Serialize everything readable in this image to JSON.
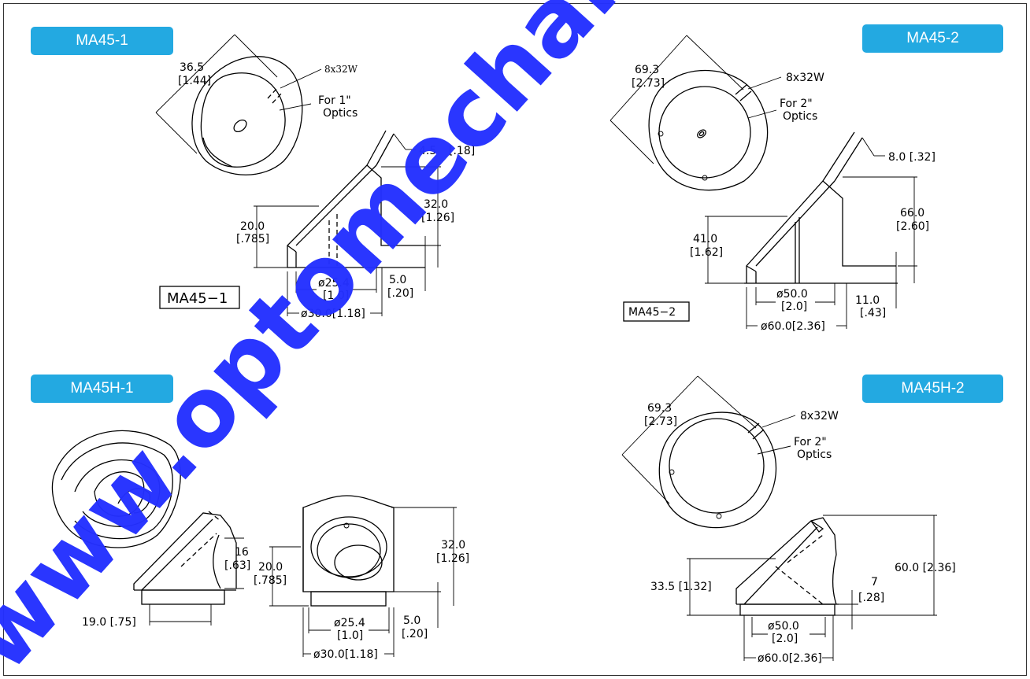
{
  "labels": {
    "ma45_1": "MA45-1",
    "ma45_2": "MA45-2",
    "ma45h_1": "MA45H-1",
    "ma45h_2": "MA45H-2"
  },
  "part_boxes": {
    "ma45_1": "MA45−1",
    "ma45_2": "MA45−2"
  },
  "ma45_1": {
    "diag_mm": "36.5",
    "diag_in": "[1.44]",
    "thread": "8x32W",
    "for_optics": "For 1\"",
    "optics": "Optics",
    "dim_top_mm": "4.5",
    "dim_top_in": "[.18]",
    "height_mm": "32.0",
    "height_in": "[1.26]",
    "side_mm": "20.0",
    "side_in": "[.785]",
    "bore_mm": "ø25.4",
    "bore_in": "[1.0]",
    "base_mm": "5.0",
    "base_in": "[.20]",
    "width": "ø30.0[1.18]"
  },
  "ma45_2": {
    "diag_mm": "69.3",
    "diag_in": "[2.73]",
    "thread": "8x32W",
    "for_optics": "For 2\"",
    "optics": "Optics",
    "dim_top": "8.0  [.32]",
    "height_mm": "66.0",
    "height_in": "[2.60]",
    "side_mm": "41.0",
    "side_in": "[1.62]",
    "bore_mm": "ø50.0",
    "bore_in": "[2.0]",
    "base_mm": "11.0",
    "base_in": "[.43]",
    "width": "ø60.0[2.36]"
  },
  "ma45h_1": {
    "side_mm": "16",
    "side_in": "[.63]",
    "offset": "19.0  [.75]",
    "front_side_mm": "20.0",
    "front_side_in": "[.785]",
    "height_mm": "32.0",
    "height_in": "[1.26]",
    "bore_mm": "ø25.4",
    "bore_in": "[1.0]",
    "base_mm": "5.0",
    "base_in": "[.20]",
    "width": "ø30.0[1.18]"
  },
  "ma45h_2": {
    "diag_mm": "69.3",
    "diag_in": "[2.73]",
    "thread": "8x32W",
    "for_optics": "For 2\"",
    "optics": "Optics",
    "side": "33.5  [1.32]",
    "height": "60.0  [2.36]",
    "base_mm": "7",
    "base_in": "[.28]",
    "bore_mm": "ø50.0",
    "bore_in": "[2.0]",
    "width": "ø60.0[2.36]"
  },
  "watermark": "www.optomechan"
}
